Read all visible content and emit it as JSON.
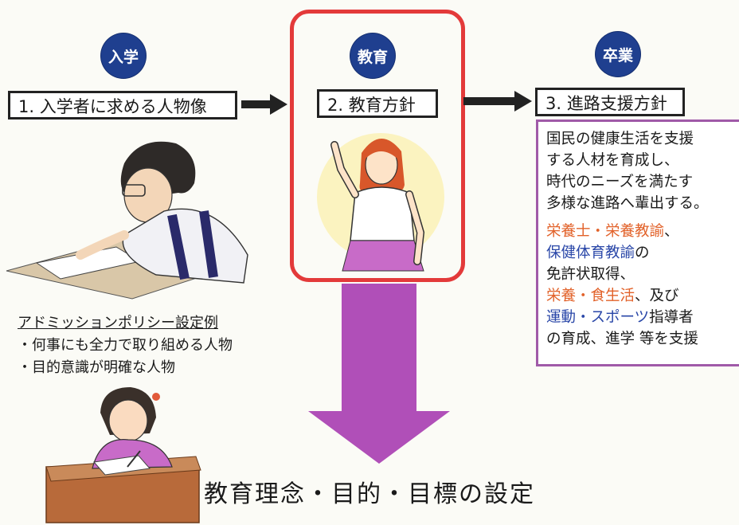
{
  "stages": [
    {
      "badge": "入学",
      "label": "1. 入学者に求める人物像"
    },
    {
      "badge": "教育",
      "label": "2. 教育方針"
    },
    {
      "badge": "卒業",
      "label": "3. 進路支援方針"
    }
  ],
  "graduation_info": {
    "intro_lines": [
      "国民の健康生活を支援",
      "する人材を育成し、",
      "時代のニーズを満たす",
      "多様な進路へ輩出する。"
    ],
    "line1_orange": "栄養士・栄養教諭",
    "line1_rest": "、",
    "line2_blue": "保健体育教諭",
    "line2_rest": "の",
    "line3": "免許状取得、",
    "line4_orange": "栄養・食生活",
    "line4_rest": "、及び",
    "line5_blue": "運動・スポーツ",
    "line5_rest": "指導者",
    "line6": "の育成、進学 等を支援"
  },
  "admission_policy": {
    "heading": "アドミッションポリシー設定例",
    "items": [
      "・何事にも全力で取り組める人物",
      "・目的意識が明確な人物"
    ]
  },
  "bottom_title": "教育理念・目的・目標の設定",
  "colors": {
    "badge_blue": "#1f3f8f",
    "highlight_red": "#e33a3a",
    "big_arrow_magenta": "#b04fb8",
    "info_border_purple": "#a05aa8",
    "text_orange": "#e2622a",
    "text_blue": "#2a47a8"
  }
}
